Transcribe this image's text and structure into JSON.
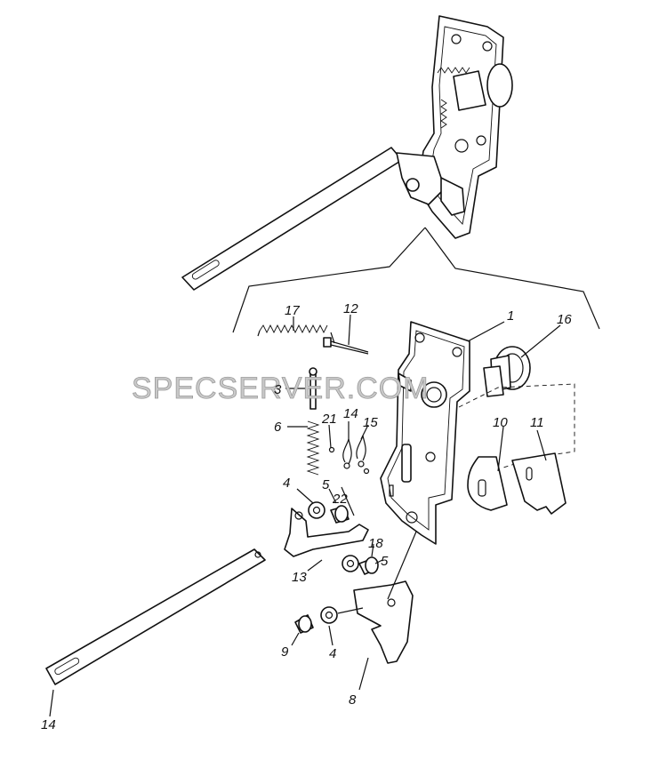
{
  "watermark": "SPECSERVER.COM",
  "callouts": [
    {
      "id": "1",
      "text": "1"
    },
    {
      "id": "16",
      "text": "16"
    },
    {
      "id": "17",
      "text": "17"
    },
    {
      "id": "12",
      "text": "12"
    },
    {
      "id": "3",
      "text": "3"
    },
    {
      "id": "6",
      "text": "6"
    },
    {
      "id": "21",
      "text": "21"
    },
    {
      "id": "14a",
      "text": "14"
    },
    {
      "id": "15",
      "text": "15"
    },
    {
      "id": "10",
      "text": "10"
    },
    {
      "id": "11",
      "text": "11"
    },
    {
      "id": "4a",
      "text": "4"
    },
    {
      "id": "5a",
      "text": "5"
    },
    {
      "id": "22",
      "text": "22"
    },
    {
      "id": "18",
      "text": "18"
    },
    {
      "id": "5b",
      "text": "5"
    },
    {
      "id": "13",
      "text": "13"
    },
    {
      "id": "9",
      "text": "9"
    },
    {
      "id": "4b",
      "text": "4"
    },
    {
      "id": "8",
      "text": "8"
    },
    {
      "id": "14b",
      "text": "14"
    }
  ]
}
